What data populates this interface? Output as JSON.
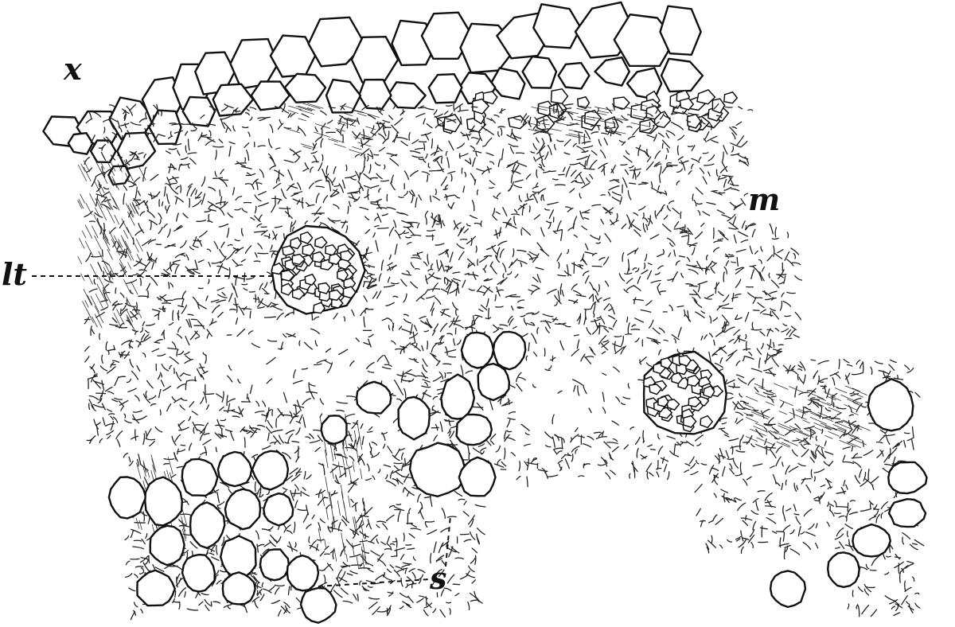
{
  "labels": {
    "x": "x",
    "m": "m",
    "lt": "lt",
    "s": "s"
  },
  "colors": {
    "ink": "#111111",
    "paper": "#ffffff"
  }
}
